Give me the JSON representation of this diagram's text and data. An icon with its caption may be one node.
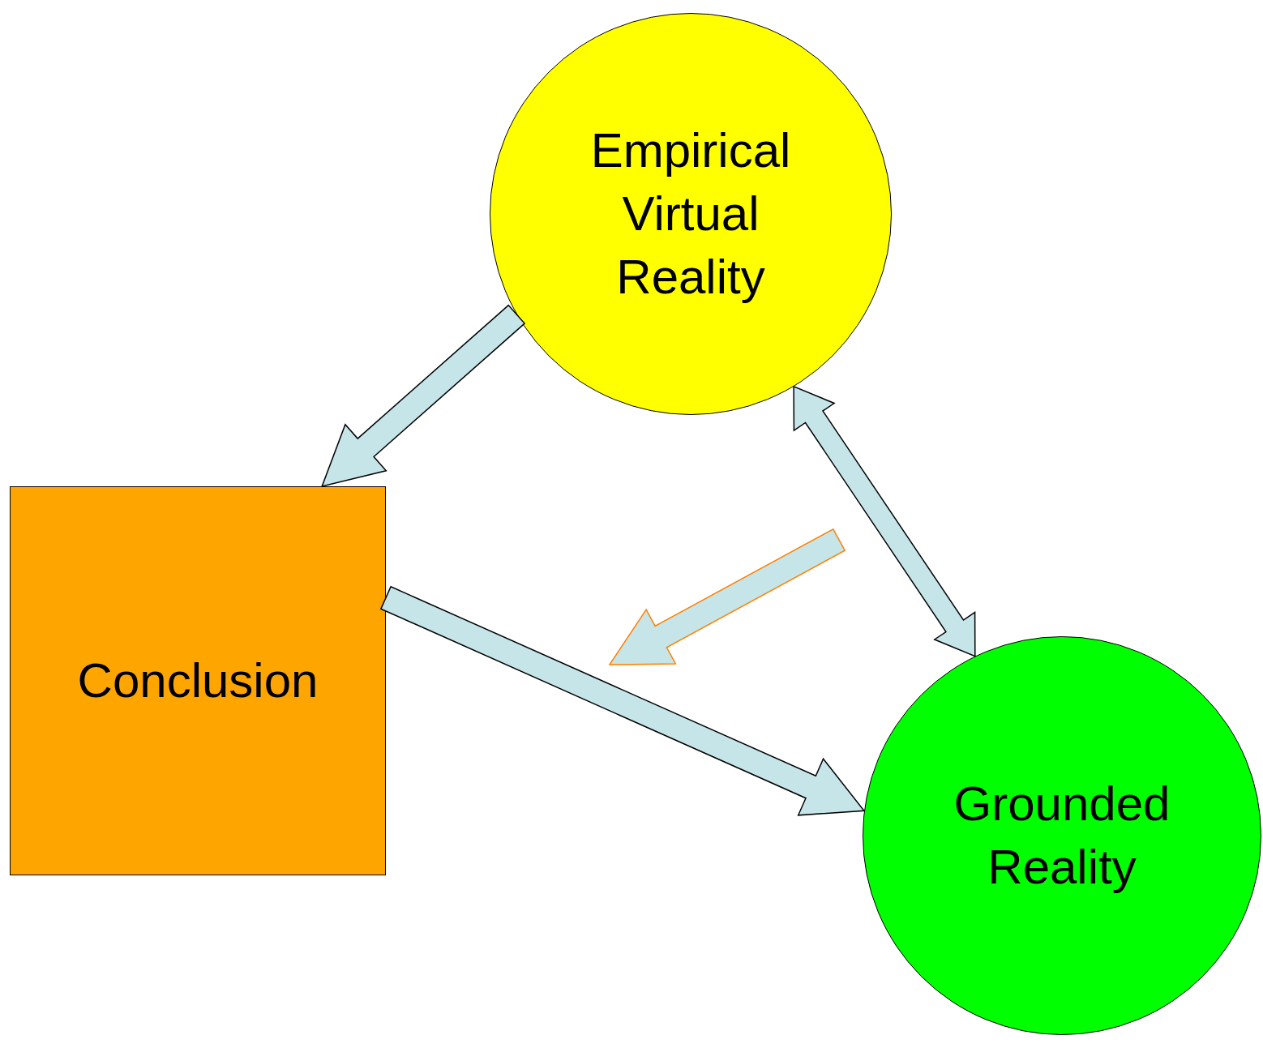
{
  "diagram": {
    "nodes": [
      {
        "text": [
          "Empirical Virtual Reality"
        ]
      },
      {
        "text": [
          "Conclusion"
        ]
      },
      {
        "text": [
          "Grounded Reality"
        ]
      }
    ],
    "edges": [
      {
        "from": 0,
        "to": 1,
        "arrow": "to"
      },
      {
        "from": 2,
        "to": 0,
        "arrow": "both"
      },
      {
        "from": 1,
        "to": 2,
        "arrow": "to"
      }
    ]
  }
}
